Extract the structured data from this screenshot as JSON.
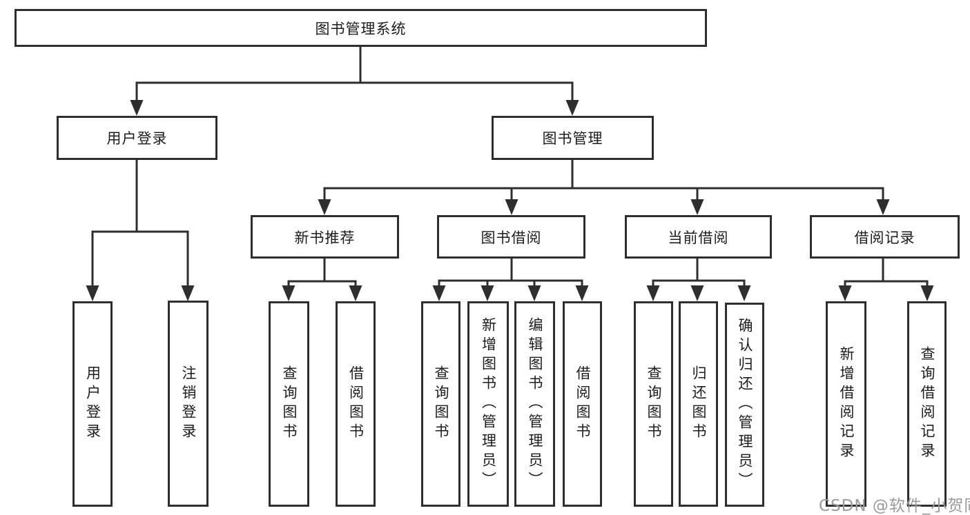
{
  "tree": {
    "root": {
      "label": "图书管理系统",
      "children": [
        {
          "label": "用户登录",
          "children": [
            {
              "label": "用户登录"
            },
            {
              "label": "注销登录"
            }
          ]
        },
        {
          "label": "图书管理",
          "children": [
            {
              "label": "新书推荐",
              "children": [
                {
                  "label": "查询图书"
                },
                {
                  "label": "借阅图书"
                }
              ]
            },
            {
              "label": "图书借阅",
              "children": [
                {
                  "label": "查询图书"
                },
                {
                  "label": "新增图书（管理员）"
                },
                {
                  "label": "编辑图书（管理员）"
                },
                {
                  "label": "借阅图书"
                }
              ]
            },
            {
              "label": "当前借阅",
              "children": [
                {
                  "label": "查询图书"
                },
                {
                  "label": "归还图书"
                },
                {
                  "label": "确认归还（管理员）"
                }
              ]
            },
            {
              "label": "借阅记录",
              "children": [
                {
                  "label": "新增借阅记录"
                },
                {
                  "label": "查询借阅记录"
                }
              ]
            }
          ]
        }
      ]
    }
  },
  "watermark": {
    "text": "CSDN @软件_小贺同学"
  },
  "colors": {
    "line": "#2e2e2e",
    "box_border": "#2e2e2e",
    "box_fill": "#ffffff",
    "text": "#1c1c1c",
    "watermark": "#9a9a9a",
    "background": "#ffffff"
  }
}
